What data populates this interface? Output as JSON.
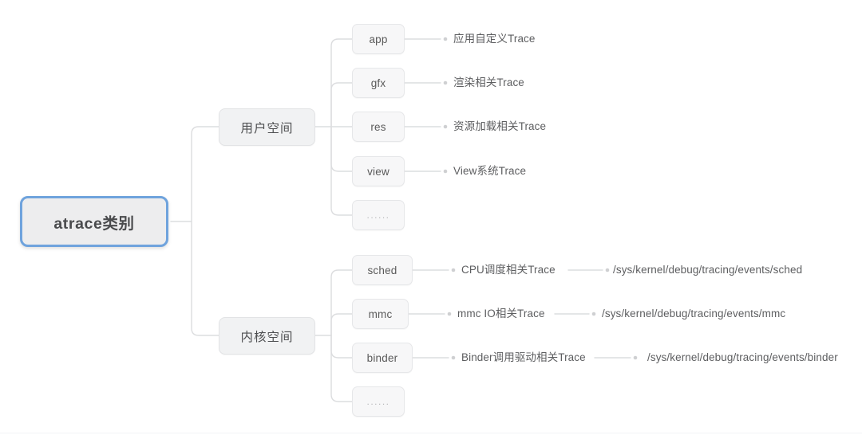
{
  "diagram": {
    "type": "mindmap",
    "title_node": "atrace类别",
    "root": {
      "label": "atrace类别",
      "accent_color": "#6fa3dd",
      "fill_color": "#ededee"
    },
    "branches": [
      {
        "label": "用户空间",
        "children": [
          {
            "label": "app",
            "description": "应用自定义Trace",
            "path": ""
          },
          {
            "label": "gfx",
            "description": "渲染相关Trace",
            "path": ""
          },
          {
            "label": "res",
            "description": "资源加载相关Trace",
            "path": ""
          },
          {
            "label": "view",
            "description": "View系统Trace",
            "path": ""
          },
          {
            "label": "......",
            "description": "",
            "path": ""
          }
        ]
      },
      {
        "label": "内核空间",
        "children": [
          {
            "label": "sched",
            "description": "CPU调度相关Trace",
            "path": "/sys/kernel/debug/tracing/events/sched"
          },
          {
            "label": "mmc",
            "description": "mmc IO相关Trace",
            "path": "/sys/kernel/debug/tracing/events/mmc"
          },
          {
            "label": "binder",
            "description": "Binder调用驱动相关Trace",
            "path": "/sys/kernel/debug/tracing/events/binder"
          },
          {
            "label": "......",
            "description": "",
            "path": ""
          }
        ]
      }
    ]
  },
  "colors": {
    "background": "#ffffff",
    "node_fill": "#f7f7f8",
    "node_border": "#e6e7e9",
    "connector": "#dcdddf",
    "text": "#5d5e60",
    "root_border": "#6fa3dd"
  }
}
